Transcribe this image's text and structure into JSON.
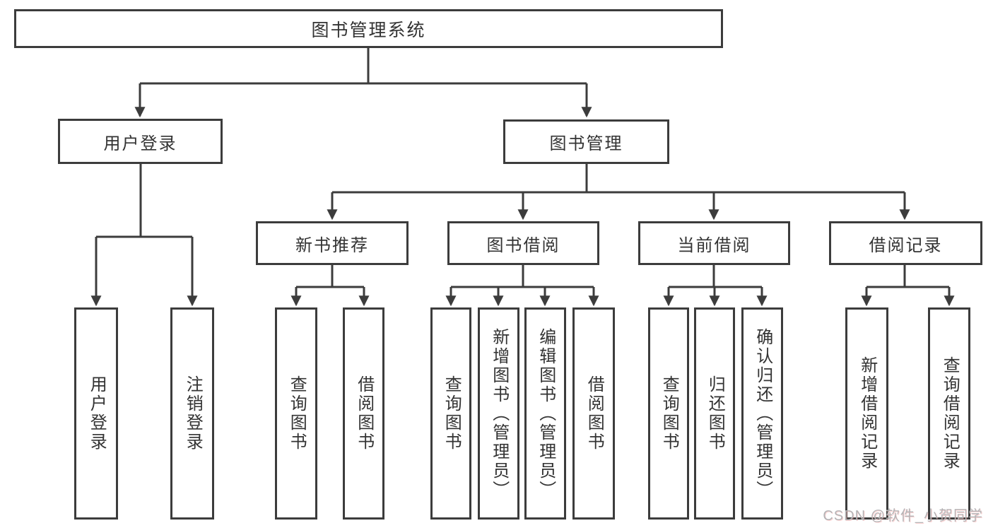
{
  "diagram": {
    "title": "图书管理系统",
    "root": {
      "label": "图书管理系统"
    },
    "branches": [
      {
        "id": "user-login",
        "label": "用户登录",
        "children": [
          "用户登录",
          "注销登录"
        ]
      },
      {
        "id": "book-management",
        "label": "图书管理",
        "groups": [
          {
            "id": "new-book-recommend",
            "label": "新书推荐",
            "children": [
              "查询图书",
              "借阅图书"
            ]
          },
          {
            "id": "book-borrowing",
            "label": "图书借阅",
            "children": [
              "查询图书",
              "新增图书（管理员）",
              "编辑图书（管理员）",
              "借阅图书"
            ]
          },
          {
            "id": "current-borrowing",
            "label": "当前借阅",
            "children": [
              "查询图书",
              "归还图书",
              "确认归还（管理员）"
            ]
          },
          {
            "id": "borrowing-records",
            "label": "借阅记录",
            "children": [
              "新增借阅记录",
              "查询借阅记录"
            ]
          }
        ]
      }
    ]
  },
  "watermark": "CSDN @软件_小贺同学",
  "colors": {
    "line": "#3c3c3c",
    "text": "#333333",
    "box_background": "#ffffff",
    "page_background": "#ffffff",
    "watermark_text": "#b4b4b6"
  }
}
